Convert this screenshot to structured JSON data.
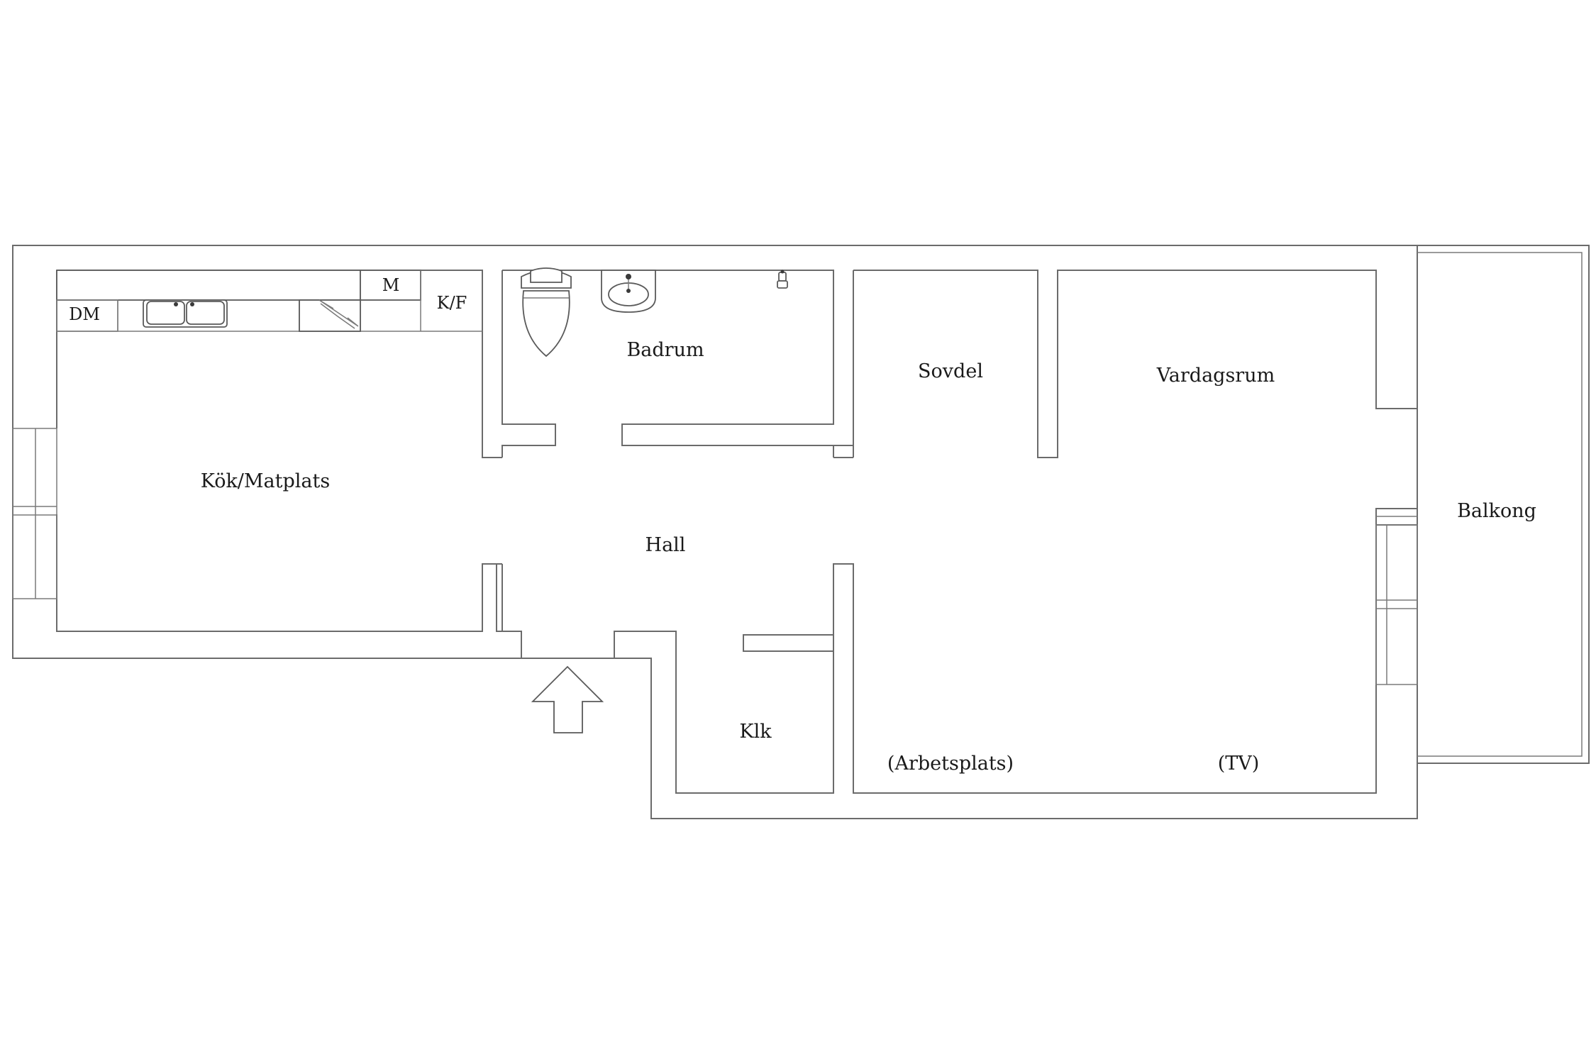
{
  "labels": {
    "kitchen": "Kök/Matplats",
    "bathroom": "Badrum",
    "sleeping": "Sovdel",
    "living": "Vardagsrum",
    "balcony": "Balkong",
    "hall": "Hall",
    "closet": "Klk",
    "workspace": "(Arbetsplats)",
    "tv": "(TV)",
    "dishwasher": "DM",
    "microwave": "M",
    "fridge_freezer": "K/F"
  },
  "icons": {
    "entrance": "entrance-arrow-icon",
    "toilet": "toilet-icon",
    "washbasin": "washbasin-icon",
    "shower": "shower-head-icon",
    "sink": "double-sink-icon",
    "stove": "stove-icon"
  },
  "colors": {
    "wall": "#6b6b6b",
    "text": "#1a1a1a",
    "background": "#ffffff"
  }
}
